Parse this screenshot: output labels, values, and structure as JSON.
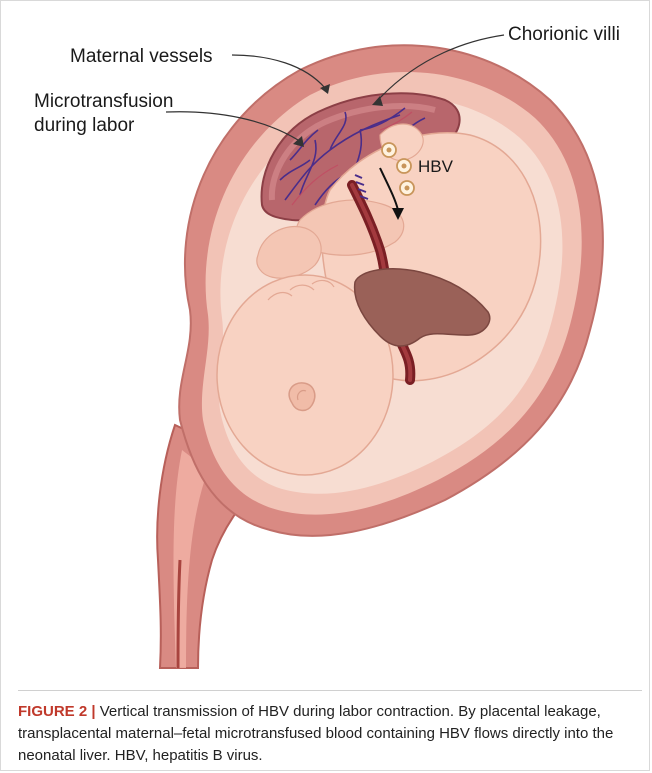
{
  "labels": {
    "chorionic_villi": "Chorionic villi",
    "maternal_vessels": "Maternal vessels",
    "microtransfusion_line1": "Microtransfusion",
    "microtransfusion_line2": "during labor",
    "hbv": "HBV"
  },
  "caption": {
    "label": "FIGURE 2",
    "separator": " | ",
    "text": "Vertical transmission of HBV during labor contraction. By placental leakage, transplacental maternal–fetal microtransfused blood containing HBV flows directly into the neonatal liver. HBV, hepatitis B virus."
  },
  "colors": {
    "uterus_wall": "#d98a83",
    "uterus_inner": "#f2c3b6",
    "amniotic": "#f7ddd2",
    "fetus_skin": "#f8d2c2",
    "placenta": "#b8666c",
    "vessels": "#4a2d8a",
    "cord": "#7a1f24",
    "liver": "#9a6158",
    "cervix": "#c9645e",
    "caption_accent": "#c0392b"
  }
}
